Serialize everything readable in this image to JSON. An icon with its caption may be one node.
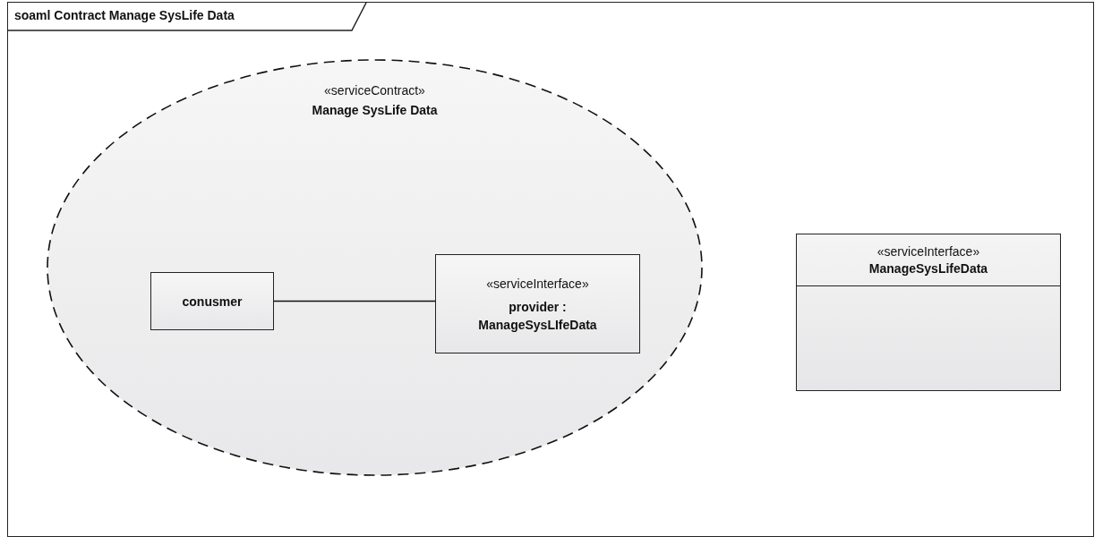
{
  "diagram": {
    "title": "soaml Contract Manage SysLife Data",
    "nodes": [
      {
        "text": [
          "«serviceContract»",
          "Manage SysLife Data"
        ]
      },
      {
        "text": [
          "conusmer"
        ],
        "in": 0
      },
      {
        "text": [
          "«serviceInterface»",
          "provider : ManageSysLIfeData"
        ],
        "in": 0
      },
      {
        "text": [
          "«serviceInterface»",
          "ManageSysLifeData"
        ]
      }
    ],
    "edges": [
      {
        "from": 1,
        "to": 2,
        "arrow": "none"
      }
    ]
  }
}
